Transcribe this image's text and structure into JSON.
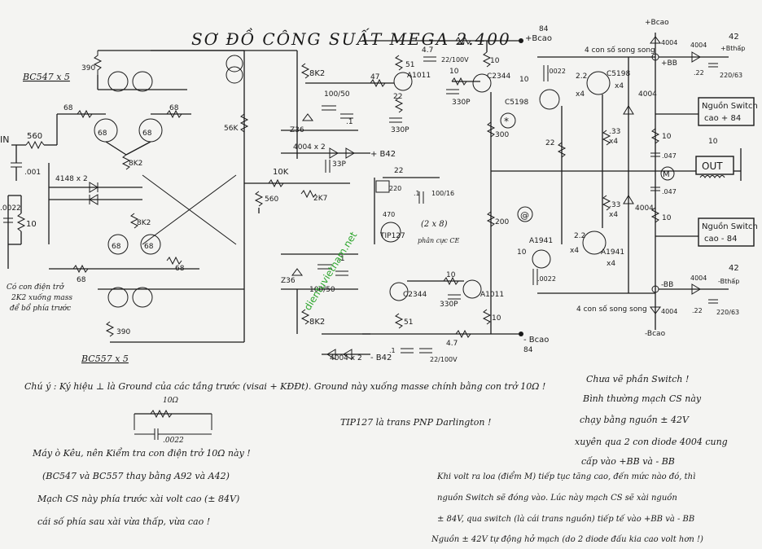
{
  "title": "SƠ ĐỒ CÔNG SUẤT MEGA 2.400",
  "rails": {
    "bcao_pos": "+Bcao",
    "bcao_pos_v": "84",
    "bcao_neg": "- Bcao",
    "bcao_neg_v": "84",
    "b42_pos": "+ B42",
    "b42_neg": "- B42",
    "bb_pos": "+BB",
    "bb_neg": "-BB",
    "bcao_top": "+Bcao",
    "bcao_bottom": "-Bcao",
    "v42_top": "42",
    "v42_bottom": "42",
    "bthap_pos": "+Bthấp",
    "bthap_neg": "-Bthấp"
  },
  "boxes": {
    "switch_high": [
      "Nguồn Switch",
      "cao + 84"
    ],
    "out": "OUT",
    "switch_low": [
      "Nguồn Switch",
      "cao - 84"
    ]
  },
  "left_labels": {
    "in": "IN",
    "bc547": "BC547 x 5",
    "bc557": "BC557 x 5",
    "note_r": [
      "Có con điện trở",
      "2K2 xuống mass",
      "để bổ phía trước"
    ]
  },
  "components": {
    "r390_top": "390",
    "r390_bot": "390",
    "r68": "68",
    "r560_in": "560",
    "r560": "560",
    "c001": ".001",
    "c0022": ".0022",
    "r10": "10",
    "d4148": "4148 x 2",
    "r8k2": "8K2",
    "r56k": "56K",
    "r10k": "10K",
    "r2k7": "2K7",
    "r47": "47",
    "r51": "51",
    "r47k": "4.7",
    "c22_100": "22/100V",
    "r22": "22",
    "c330p": "330P",
    "c33p": "33P",
    "c100_50": "100/50",
    "c1": ".1",
    "z36": "Z36",
    "d4004x2": "4004 x 2",
    "r220": "220",
    "r470": "470",
    "c100_16": "100/16",
    "tip127": "TIP127",
    "tip_note": [
      "(2 x 8)",
      "phân cực CE"
    ],
    "a1011": "A1011",
    "c2344": "C2344",
    "r300": "300",
    "r200": "200",
    "c5198": "C5198",
    "a1941": "A1941",
    "r2_2": "2.2",
    "x4": "x4",
    "r33": ".33",
    "r22b": "22",
    "c047": ".047",
    "d4004": "4004",
    "four_pairs": "4 con số song song",
    "c220_63": "220/63",
    "c22": ".22",
    "marker_m": "M",
    "marker_at": "@",
    "marker_star": "*",
    "r10_out": "10"
  },
  "notes": {
    "chu_y": "Chú ý : Ký hiệu ⊥ là Ground của các tầng trước (visai + KĐĐt). Ground này xuống masse chính bằng con trở 10Ω !",
    "r10_label": "10Ω",
    "c0022_label": ".0022",
    "tip_note": "TIP127 là trans PNP Darlington !",
    "may_keu": "Máy ò Kêu, nên Kiểm tra con điện trở 10Ω này !",
    "bc_note": "(BC547 và BC557 thay bằng A92 và A42)",
    "mach_cs": "Mạch CS này phía trước xài volt cao (± 84V)",
    "cai_so": "cái số phía sau xài vừa thấp, vừa cao !",
    "switch_lines": [
      "Chưa vẽ phần Switch !",
      "Bình thường mạch CS này",
      "chạy bằng nguồn ± 42V",
      "xuyên qua 2 con diode 4004 cung",
      "cấp vào +BB và - BB"
    ],
    "volt_lines": [
      "Khi volt ra loa (điểm M) tiếp tục tăng cao, đến mức nào đó, thì",
      "nguồn Switch sẽ đóng vào. Lúc này mạch CS sẽ xài nguồn",
      "± 84V, qua switch (là cái trans nguồn) tiếp tế vào +BB và - BB",
      "Nguồn ± 42V tự động hở mạch (do 2 diode đấu kia cao volt hơn !)"
    ]
  },
  "watermark": "dientuvietnam.net"
}
